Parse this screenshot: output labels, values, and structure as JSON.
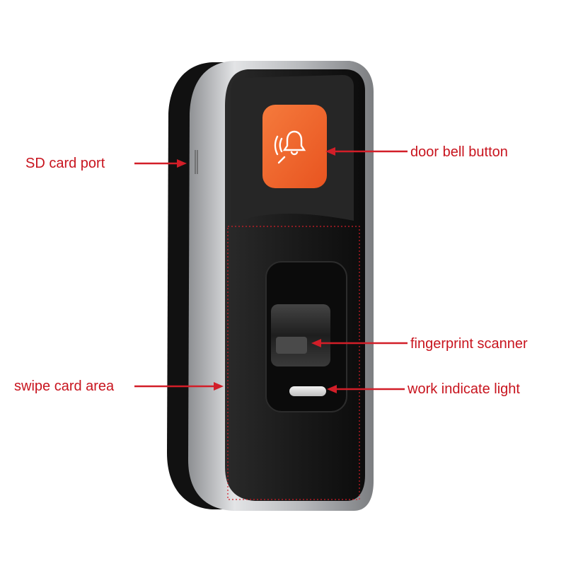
{
  "colors": {
    "label_text": "#c8141e",
    "arrow": "#d21e28",
    "bell_button": "#f06428",
    "body_black": "#151515",
    "body_silver": "#c9cbcd"
  },
  "icons": {
    "doorbell": "bell-icon"
  },
  "callouts": {
    "sd_card_port": "SD card port",
    "door_bell_button": "door bell button",
    "fingerprint_scanner": "fingerprint scanner",
    "swipe_card_area": "swipe card area",
    "work_indicate_light": "work indicate light"
  }
}
